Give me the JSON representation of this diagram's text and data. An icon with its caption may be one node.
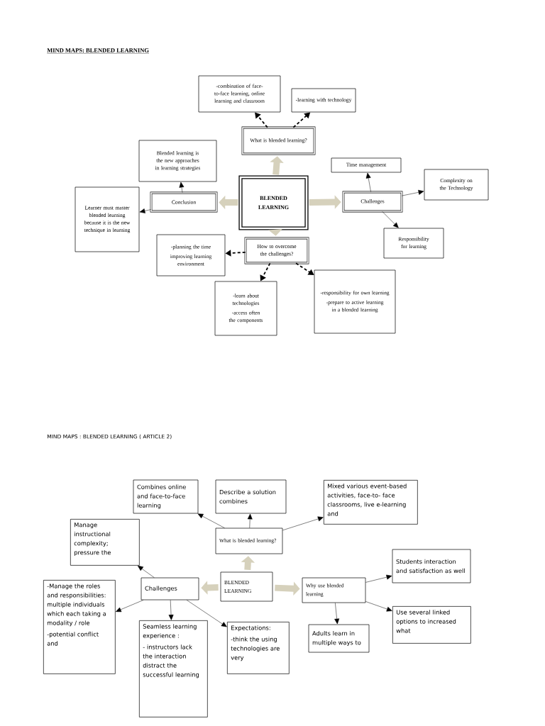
{
  "diagram": {
    "title": "MIND MAPS: BLENDED LEARNING",
    "nodes": [
      {
        "text": [
          "BLENDED LEARNING"
        ]
      },
      {
        "text": [
          "What is blended learning?"
        ]
      },
      {
        "text": [
          "-combination of face-to-face learning, online learning and classroom"
        ]
      },
      {
        "text": [
          "-learning with technology"
        ]
      },
      {
        "text": [
          "Conclusion"
        ]
      },
      {
        "text": [
          "Blended learning is the new approaches in learning strategies"
        ]
      },
      {
        "text": [
          "Learner must master blended learning because it is the new technique in learning"
        ]
      },
      {
        "text": [
          "Challenges"
        ]
      },
      {
        "text": [
          "Time management"
        ]
      },
      {
        "text": [
          "Complexity on the Technology"
        ]
      },
      {
        "text": [
          "Responsibility for learning"
        ]
      },
      {
        "text": [
          "How to overcome the challenges?"
        ]
      },
      {
        "text": [
          "-planning the time",
          "improving learning environment"
        ]
      },
      {
        "text": [
          "-learn about technologies",
          "-access often the components"
        ]
      },
      {
        "text": [
          "-responsibility for own learning",
          "-prepare to active learning in a blended learning"
        ]
      },
      {
        "text": [
          "BLENDED LEARNING"
        ]
      },
      {
        "text": [
          "What is blended learning?"
        ]
      },
      {
        "text": [
          "Combines online and face-to-face learning"
        ]
      },
      {
        "text": [
          "Describe a solution combines"
        ]
      },
      {
        "text": [
          "Mixed various event-based activities, face-to- face classrooms, live e-learning and"
        ]
      },
      {
        "text": [
          "Challenges"
        ]
      },
      {
        "text": [
          "Manage instructional complexity; pressure the"
        ]
      },
      {
        "text": [
          "-Manage the roles and responsibilities: multiple individuals which each taking a modality / role",
          "-potential conflict and"
        ]
      },
      {
        "text": [
          "Seamless learning experience :",
          "- instructors lack the interaction distract the successful learning"
        ]
      },
      {
        "text": [
          "Expectations:",
          "-think the using technologies are very"
        ]
      },
      {
        "text": [
          "Why use blended learning"
        ]
      },
      {
        "text": [
          "Adults learn in multiple ways to"
        ]
      },
      {
        "text": [
          "Students interaction and satisfaction as well"
        ]
      },
      {
        "text": [
          "Use several linked options to increased what"
        ]
      }
    ],
    "edges": [
      {
        "from": 0,
        "to": 1,
        "arrow": "to",
        "style": "thick",
        "color": "#d6d1bc"
      },
      {
        "from": 0,
        "to": 4,
        "arrow": "to",
        "style": "thick",
        "color": "#d6d1bc"
      },
      {
        "from": 0,
        "to": 7,
        "arrow": "to",
        "style": "thick",
        "color": "#d6d1bc"
      },
      {
        "from": 0,
        "to": 11,
        "arrow": "to",
        "style": "thick",
        "color": "#d6d1bc"
      },
      {
        "from": 1,
        "to": 2,
        "arrow": "to",
        "style": "dashed"
      },
      {
        "from": 1,
        "to": 3,
        "arrow": "to",
        "style": "dashed"
      },
      {
        "from": 4,
        "to": 5,
        "arrow": "to"
      },
      {
        "from": 4,
        "to": 6,
        "arrow": "to"
      },
      {
        "from": 7,
        "to": 8,
        "arrow": "to"
      },
      {
        "from": 7,
        "to": 9,
        "arrow": "to"
      },
      {
        "from": 7,
        "to": 10,
        "arrow": "to"
      },
      {
        "from": 11,
        "to": 12,
        "arrow": "to",
        "style": "dashed"
      },
      {
        "from": 11,
        "to": 13,
        "arrow": "to",
        "style": "dashed"
      },
      {
        "from": 11,
        "to": 14,
        "arrow": "to",
        "style": "dashed"
      },
      {
        "from": 15,
        "to": 16,
        "arrow": "to",
        "style": "thick",
        "color": "#d6d1bc"
      },
      {
        "from": 15,
        "to": 20,
        "arrow": "to",
        "style": "thick",
        "color": "#d6d1bc"
      },
      {
        "from": 15,
        "to": 25,
        "arrow": "to",
        "style": "thick",
        "color": "#d6d1bc"
      },
      {
        "from": 16,
        "to": 17,
        "arrow": "to"
      },
      {
        "from": 16,
        "to": 18,
        "arrow": "to"
      },
      {
        "from": 16,
        "to": 19,
        "arrow": "to"
      },
      {
        "from": 20,
        "to": 21,
        "arrow": "to"
      },
      {
        "from": 20,
        "to": 22,
        "arrow": "to"
      },
      {
        "from": 20,
        "to": 23,
        "arrow": "to"
      },
      {
        "from": 20,
        "to": 24,
        "arrow": "to"
      },
      {
        "from": 25,
        "to": 27,
        "arrow": "to"
      },
      {
        "from": 25,
        "to": 28,
        "arrow": "to"
      },
      {
        "from": 25,
        "to": 26,
        "arrow": "to"
      }
    ],
    "labels": [
      "MIND MAPS : BLENDED LEARNING ( ARTICLE 2)"
    ]
  }
}
